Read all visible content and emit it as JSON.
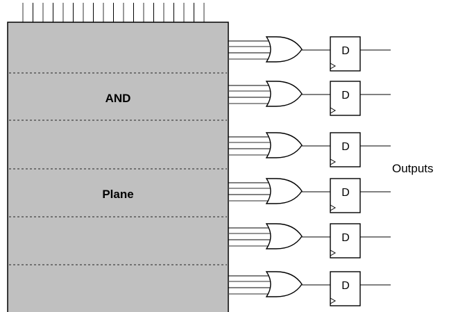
{
  "diagram": {
    "type": "PLA registered output (AND plane feeding OR gates and D flip-flops)",
    "and_plane": {
      "label_line1": "AND",
      "label_line2": "Plane",
      "fill_color": "#c0c0c0",
      "input_count": 19,
      "section_count": 6
    },
    "outputs_label": "Outputs",
    "rows": [
      {
        "or_gate_inputs": 4,
        "flipflop_label": "D"
      },
      {
        "or_gate_inputs": 4,
        "flipflop_label": "D"
      },
      {
        "or_gate_inputs": 4,
        "flipflop_label": "D"
      },
      {
        "or_gate_inputs": 4,
        "flipflop_label": "D"
      },
      {
        "or_gate_inputs": 4,
        "flipflop_label": "D"
      },
      {
        "or_gate_inputs": 4,
        "flipflop_label": "D"
      }
    ]
  }
}
